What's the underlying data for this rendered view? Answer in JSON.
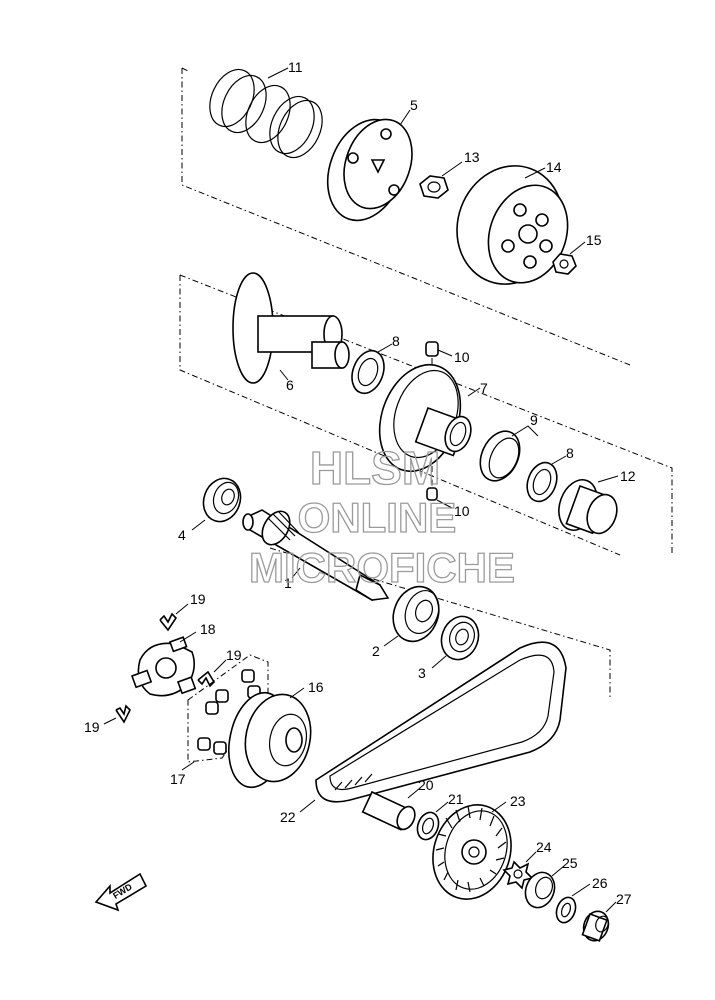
{
  "watermark": {
    "line1": "HLSM",
    "line2": "ONLINE",
    "line3": "MICROFICHE"
  },
  "direction_label": "FWD",
  "callouts": {
    "p1": "1",
    "p2": "2",
    "p3": "3",
    "p4": "4",
    "p5": "5",
    "p6": "6",
    "p7": "7",
    "p8a": "8",
    "p8b": "8",
    "p9": "9",
    "p10a": "10",
    "p10b": "10",
    "p11": "11",
    "p12": "12",
    "p13": "13",
    "p14": "14",
    "p15": "15",
    "p16": "16",
    "p17": "17",
    "p18": "18",
    "p19a": "19",
    "p19b": "19",
    "p19c": "19",
    "p20": "20",
    "p21": "21",
    "p22": "22",
    "p23": "23",
    "p24": "24",
    "p25": "25",
    "p26": "26",
    "p27": "27"
  }
}
